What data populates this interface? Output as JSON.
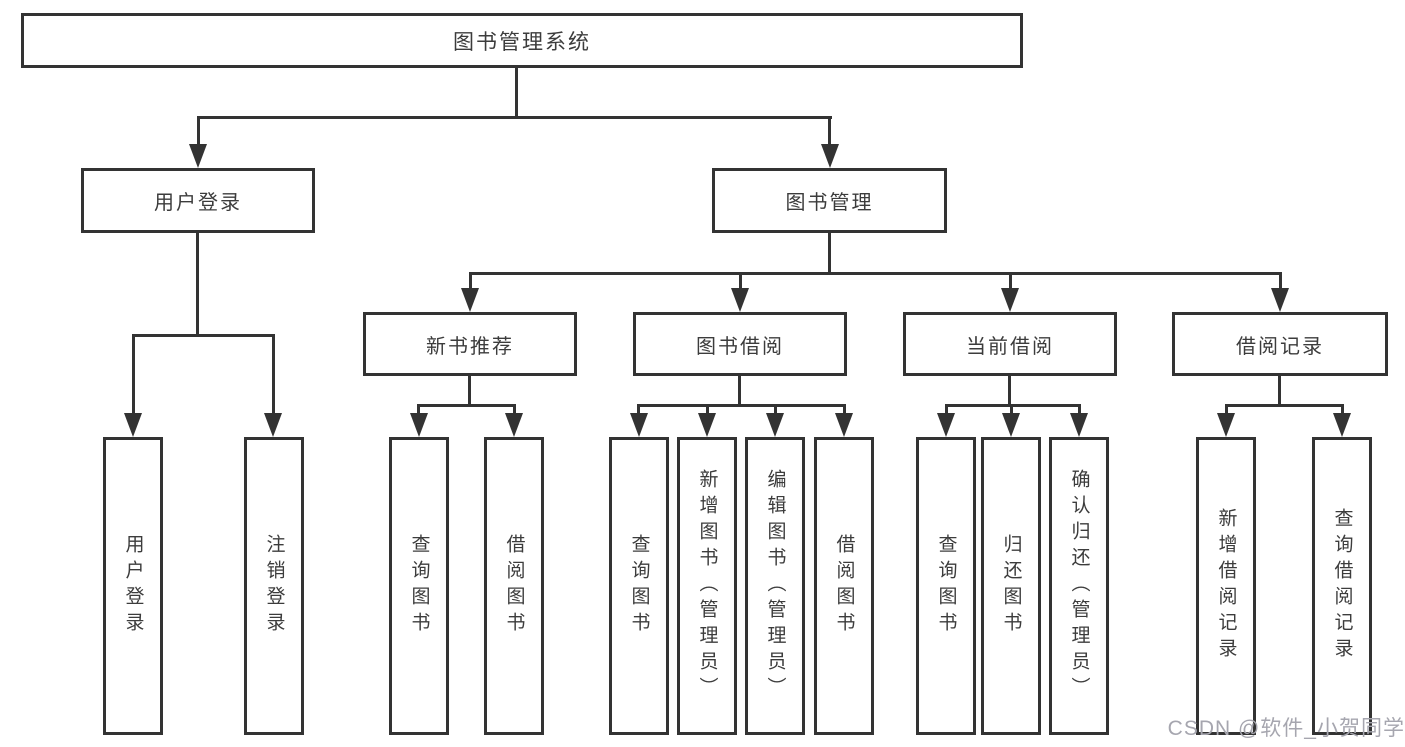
{
  "tree": {
    "label": "图书管理系统",
    "children": [
      {
        "label": "用户登录",
        "children": [
          {
            "label": "用户登录"
          },
          {
            "label": "注销登录"
          }
        ]
      },
      {
        "label": "图书管理",
        "children": [
          {
            "label": "新书推荐",
            "children": [
              {
                "label": "查询图书"
              },
              {
                "label": "借阅图书"
              }
            ]
          },
          {
            "label": "图书借阅",
            "children": [
              {
                "label": "查询图书"
              },
              {
                "label": "新增图书（管理员）"
              },
              {
                "label": "编辑图书（管理员）"
              },
              {
                "label": "借阅图书"
              }
            ]
          },
          {
            "label": "当前借阅",
            "children": [
              {
                "label": "查询图书"
              },
              {
                "label": "归还图书"
              },
              {
                "label": "确认归还（管理员）"
              }
            ]
          },
          {
            "label": "借阅记录",
            "children": [
              {
                "label": "新增借阅记录"
              },
              {
                "label": "查询借阅记录"
              }
            ]
          }
        ]
      }
    ]
  },
  "watermark": {
    "text": "CSDN @软件_小贺同学"
  },
  "colors": {
    "line": "#333333",
    "text": "#3c3c3c",
    "watermark": "#a6a6af",
    "background": "#ffffff"
  }
}
